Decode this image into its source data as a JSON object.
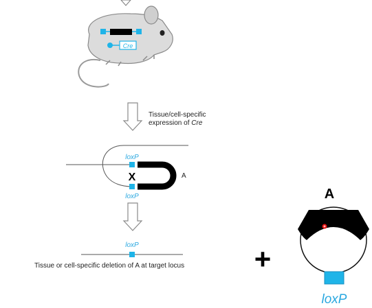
{
  "labels": {
    "cre_box": "Cre",
    "step_line1": "Tissue/cell-specific",
    "step_line2_prefix": "expression of ",
    "step_line2_italic": "Cre",
    "loxp_top": "loxP",
    "loxp_bottom": "loxP",
    "cross_mark": "X",
    "segment_a_small": "A",
    "loxp_result": "loxP",
    "result_caption": "Tissue or cell-specific deletion of A at target locus",
    "plus_sign": "+",
    "circle_label_a": "A",
    "circle_loxp": "loxP"
  },
  "colors": {
    "loxp_blue": "#1fb4e8",
    "loxp_text": "#2aa8e0",
    "black": "#000000",
    "arrow_gray": "#9a9a9a",
    "mouse_fill": "#dcdcdc",
    "red_dot": "#e01010"
  }
}
